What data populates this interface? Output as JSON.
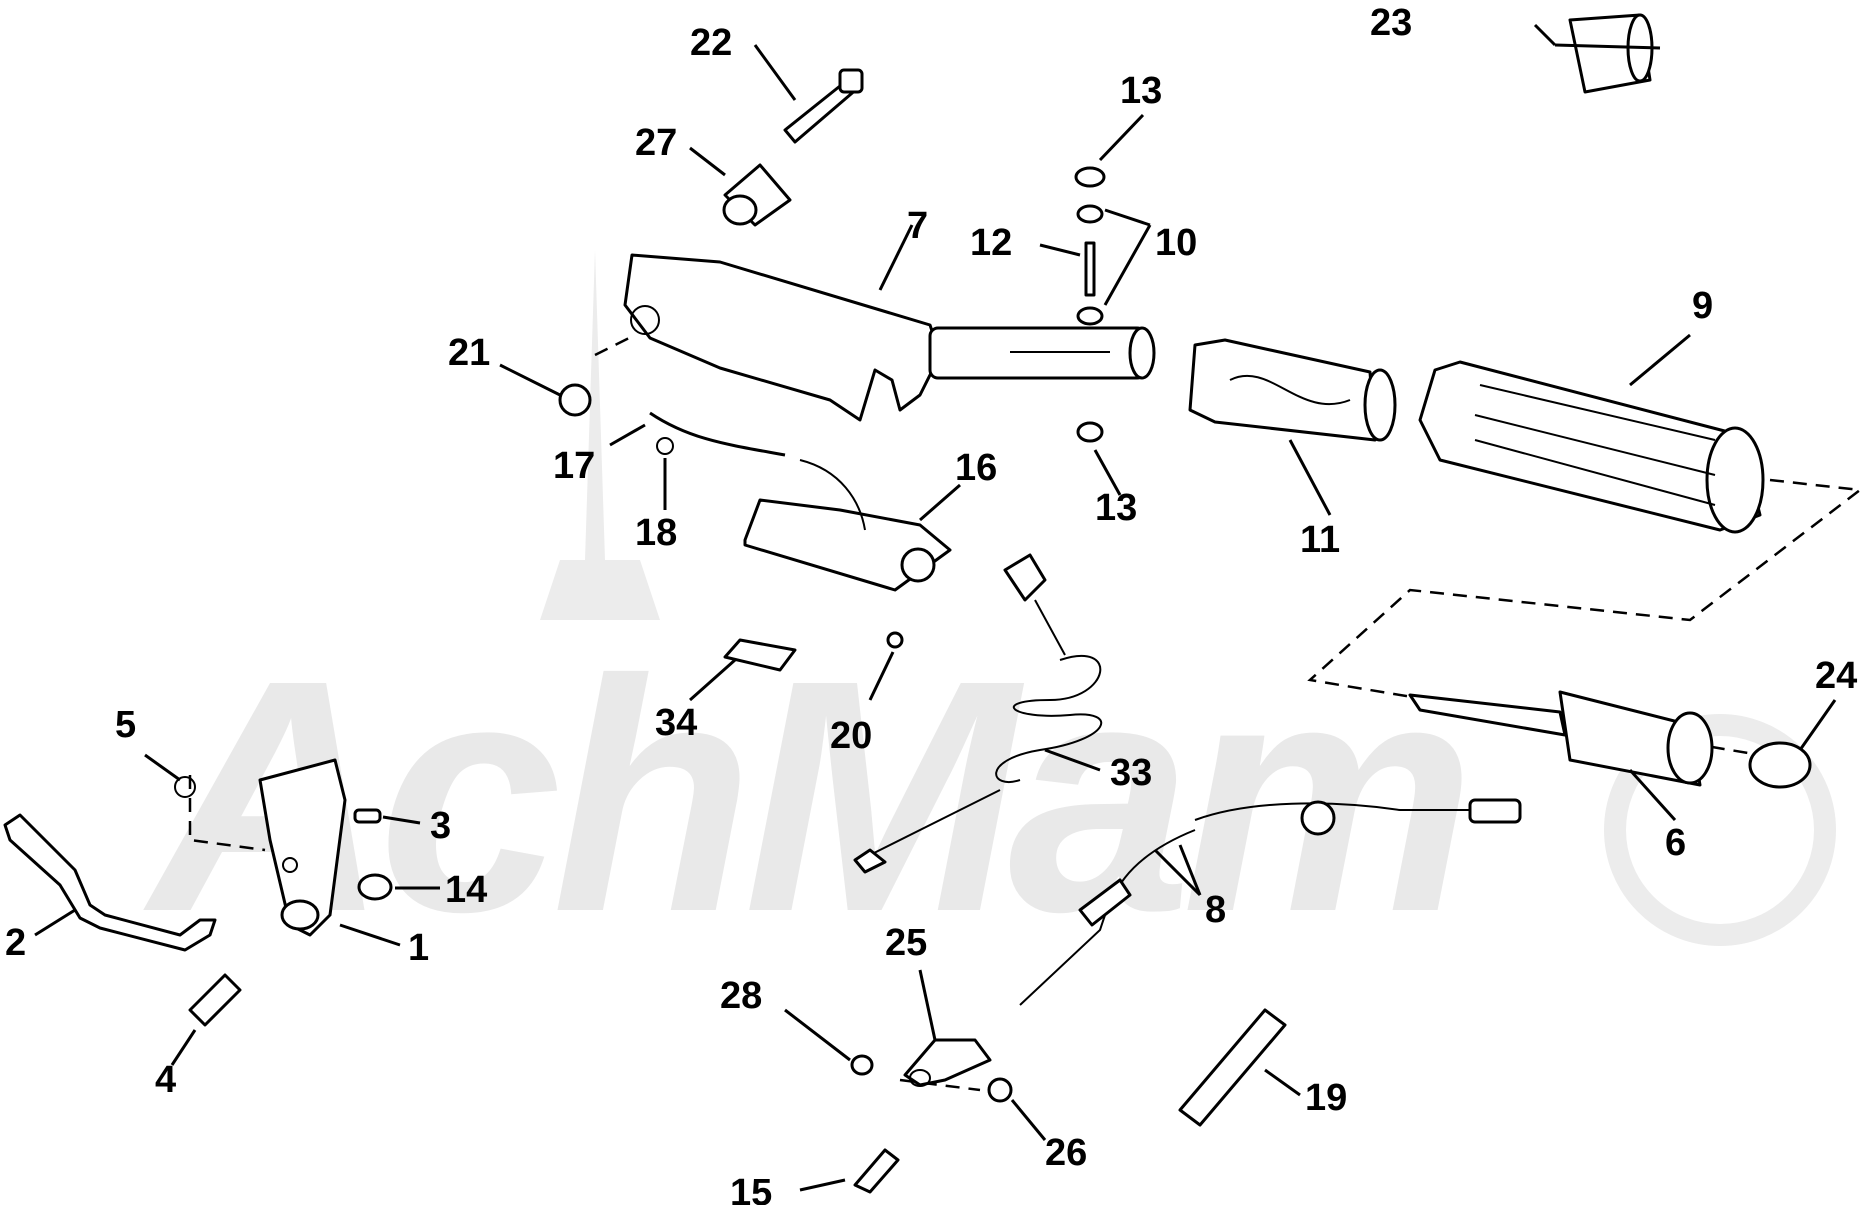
{
  "watermark": {
    "text": "AchMam",
    "color": "#e9e9e9"
  },
  "callouts": [
    {
      "id": "c1",
      "label": "1"
    },
    {
      "id": "c2",
      "label": "2"
    },
    {
      "id": "c3",
      "label": "3"
    },
    {
      "id": "c4",
      "label": "4"
    },
    {
      "id": "c5",
      "label": "5"
    },
    {
      "id": "c6",
      "label": "6"
    },
    {
      "id": "c7",
      "label": "7"
    },
    {
      "id": "c8",
      "label": "8"
    },
    {
      "id": "c9",
      "label": "9"
    },
    {
      "id": "c10",
      "label": "10"
    },
    {
      "id": "c11",
      "label": "11"
    },
    {
      "id": "c12",
      "label": "12"
    },
    {
      "id": "c13a",
      "label": "13"
    },
    {
      "id": "c13b",
      "label": "13"
    },
    {
      "id": "c14",
      "label": "14"
    },
    {
      "id": "c15",
      "label": "15"
    },
    {
      "id": "c16",
      "label": "16"
    },
    {
      "id": "c17",
      "label": "17"
    },
    {
      "id": "c18",
      "label": "18"
    },
    {
      "id": "c19",
      "label": "19"
    },
    {
      "id": "c20",
      "label": "20"
    },
    {
      "id": "c21",
      "label": "21"
    },
    {
      "id": "c22",
      "label": "22"
    },
    {
      "id": "c23",
      "label": "23"
    },
    {
      "id": "c24",
      "label": "24"
    },
    {
      "id": "c25",
      "label": "25"
    },
    {
      "id": "c26",
      "label": "26"
    },
    {
      "id": "c27",
      "label": "27"
    },
    {
      "id": "c28",
      "label": "28"
    },
    {
      "id": "c33",
      "label": "33"
    },
    {
      "id": "c34",
      "label": "34"
    }
  ]
}
